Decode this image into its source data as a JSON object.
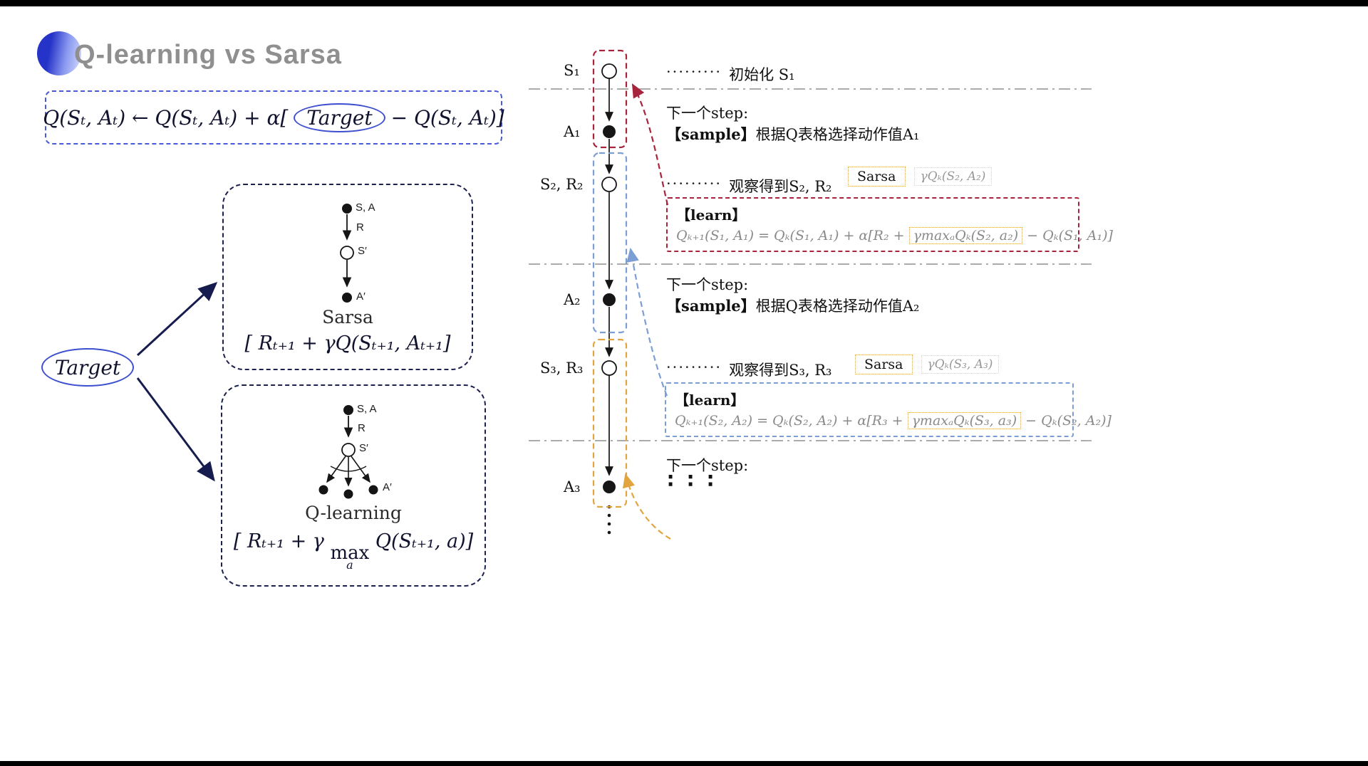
{
  "slide": {
    "title": "Q-learning vs Sarsa"
  },
  "update_rule": {
    "left": "Q(Sₜ, Aₜ) ← Q(Sₜ, Aₜ) + α[",
    "target": "Target",
    "right": "− Q(Sₜ, Aₜ)]"
  },
  "target": {
    "label": "Target"
  },
  "sarsa_panel": {
    "node_sa": "S, A",
    "edge_r": "R",
    "node_sprime": "S′",
    "node_aprime": "A′",
    "name": "Sarsa",
    "formula": "[ Rₜ₊₁ + γQ(Sₜ₊₁, Aₜ₊₁]"
  },
  "qlearning_panel": {
    "node_sa": "S, A",
    "edge_r": "R",
    "node_sprime": "S′",
    "node_aprime": "A′",
    "name": "Q-learning",
    "formula_pre": "[ Rₜ₊₁ + γ ",
    "max_word": "max",
    "max_sub": "a",
    "formula_post": " Q(Sₜ₊₁, a)]"
  },
  "timeline": {
    "labels": {
      "s1": "S₁",
      "a1": "A₁",
      "s2r2": "S₂, R₂",
      "a2": "A₂",
      "s3r3": "S₃, R₃",
      "a3": "A₃"
    },
    "init": {
      "leader": "·········",
      "text": "初始化 S₁"
    },
    "step1": {
      "title": "下一个step:",
      "sample_tag": "【sample】",
      "sample_text": "根据Q表格选择动作值A₁"
    },
    "observe2": {
      "leader": "·········",
      "text": "观察得到S₂, R₂"
    },
    "sarsa_tag2": {
      "label": "Sarsa",
      "formula": "γQₖ(S₂, A₂)"
    },
    "learn1": {
      "tag": "【learn】",
      "pre": "Qₖ₊₁(S₁, A₁) = Qₖ(S₁, A₁) + α[R₂ + ",
      "boxed": "γmaxₐQₖ(S₂, a₂)",
      "post": " − Qₖ(S₁, A₁)]"
    },
    "step2": {
      "title": "下一个step:",
      "sample_tag": "【sample】",
      "sample_text": "根据Q表格选择动作值A₂"
    },
    "observe3": {
      "leader": "·········",
      "text": "观察得到S₃, R₃"
    },
    "sarsa_tag3": {
      "label": "Sarsa",
      "formula": "γQₖ(S₃, A₃)"
    },
    "learn2": {
      "tag": "【learn】",
      "pre": "Qₖ₊₁(S₂, A₂) = Qₖ(S₂, A₂) + α[R₃ + ",
      "boxed": "γmaxₐQₖ(S₃, a₃)",
      "post": " − Qₖ(S₂, A₂)]"
    },
    "step3": {
      "title": "下一个step:",
      "dots": "∶ ∶ ∶"
    }
  }
}
